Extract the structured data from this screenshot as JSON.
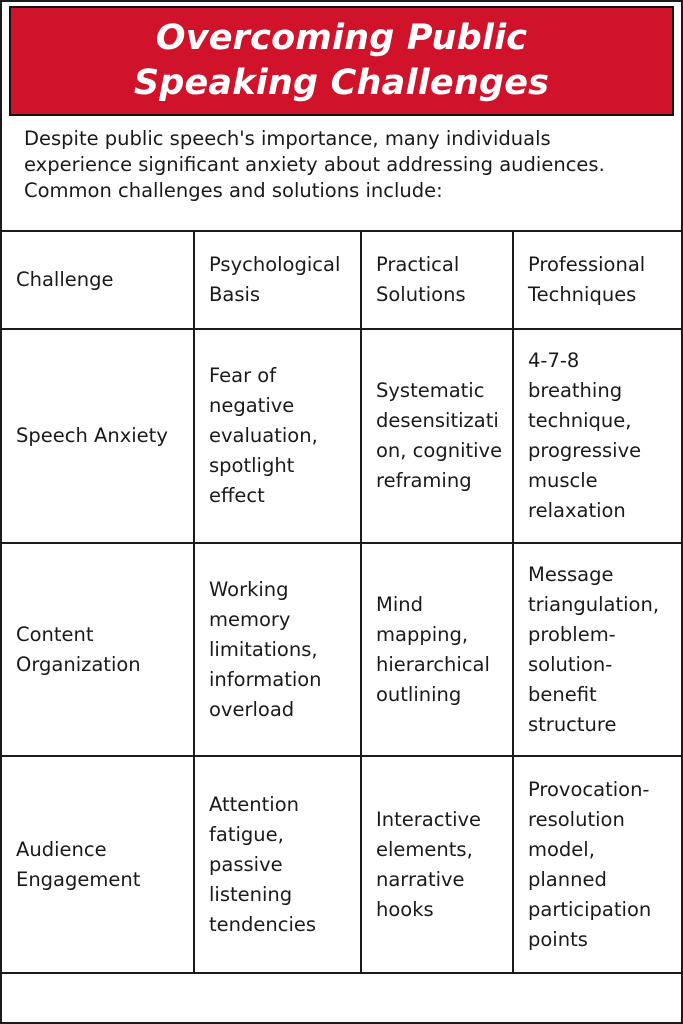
{
  "title": "Overcoming Public Speaking Challenges",
  "intro": "Despite public speech's importance, many individuals experience significant anxiety about addressing audiences. Common challenges and solutions include:",
  "table": {
    "headers": [
      "Challenge",
      "Psychological Basis",
      "Practical Solutions",
      "Professional Techniques"
    ],
    "rows": [
      [
        "Speech Anxiety",
        "Fear of negative evaluation, spotlight effect",
        "Systematic desensitization, cognitive reframing",
        "4-7-8 breathing technique, progressive muscle relaxation"
      ],
      [
        "Content Organization",
        "Working memory limitations, information overload",
        "Mind mapping, hierarchical outlining",
        "Message triangulation, problem-solution-benefit structure"
      ],
      [
        "Audience Engagement",
        "Attention fatigue, passive listening tendencies",
        "Interactive elements, narrative hooks",
        "Provocation-resolution model, planned participation points"
      ]
    ]
  },
  "colors": {
    "banner": "#d0132b",
    "banner_text": "#ffffff",
    "border": "#1a1a1a"
  }
}
